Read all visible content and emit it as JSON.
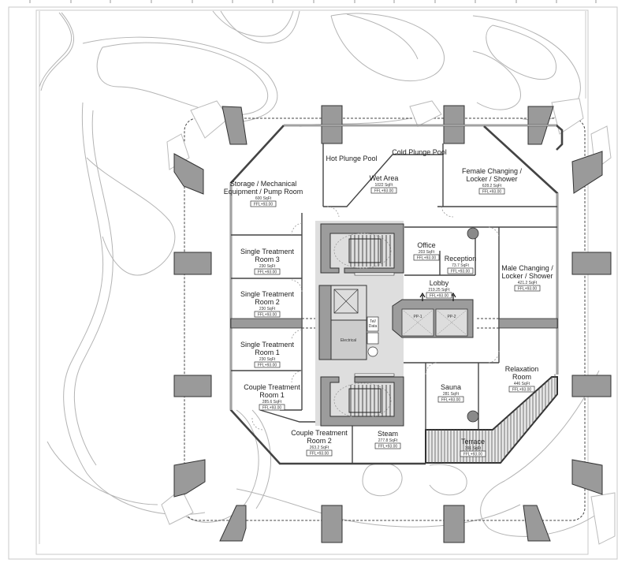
{
  "drawing": {
    "type": "architectural-floor-plan",
    "colors": {
      "wall": "#444444",
      "column": "#9a9a9a",
      "core": "#9c9c9c",
      "core_floor": "#dedede",
      "site_lines": "#b4b4b4"
    }
  },
  "rooms": [
    {
      "id": "storage",
      "name": [
        "Storage / Mechanical",
        "Equipment / Pump Room"
      ],
      "area": "600 SqFt",
      "ffl": "FFL+93.00"
    },
    {
      "id": "hot-plunge-pool",
      "name": [
        "Hot Plunge Pool"
      ]
    },
    {
      "id": "cold-plunge-pool",
      "name": [
        "Cold Plunge Pool"
      ]
    },
    {
      "id": "wet-area",
      "name": [
        "Wet Area"
      ],
      "area": "1022 SqFt",
      "ffl": "FFL+93.00"
    },
    {
      "id": "female-changing",
      "name": [
        "Female Changing /",
        "Locker / Shower"
      ],
      "area": "628.2 SqFt",
      "ffl": "FFL+93.00"
    },
    {
      "id": "single-treatment-3",
      "name": [
        "Single Treatment",
        "Room 3"
      ],
      "area": "230 SqFt",
      "ffl": "FFL+93.00"
    },
    {
      "id": "single-treatment-2",
      "name": [
        "Single Treatment",
        "Room 2"
      ],
      "area": "230 SqFt",
      "ffl": "FFL+93.00"
    },
    {
      "id": "single-treatment-1",
      "name": [
        "Single Treatment",
        "Room 1"
      ],
      "area": "230 SqFt",
      "ffl": "FFL+93.00"
    },
    {
      "id": "couple-treatment-1",
      "name": [
        "Couple Treatment",
        "Room 1"
      ],
      "area": "285.6 SqFt",
      "ffl": "FFL+93.00"
    },
    {
      "id": "couple-treatment-2",
      "name": [
        "Couple Treatment",
        "Room 2"
      ],
      "area": "263.2 SqFt",
      "ffl": "FFL+93.00"
    },
    {
      "id": "steam",
      "name": [
        "Steam"
      ],
      "area": "277.8 SqFt",
      "ffl": "FFL+93.00"
    },
    {
      "id": "office",
      "name": [
        "Office"
      ],
      "area": "203 SqFt",
      "ffl": "FFL+93.00"
    },
    {
      "id": "reception",
      "name": [
        "Reception"
      ],
      "area": "73.7 SqFt",
      "ffl": "FFL+93.00"
    },
    {
      "id": "lobby",
      "name": [
        "Lobby"
      ],
      "area": "219.25 SqFt",
      "ffl": "FFL+93.00"
    },
    {
      "id": "male-changing",
      "name": [
        "Male Changing /",
        "Locker / Shower"
      ],
      "area": "421.2 SqFt",
      "ffl": "FFL+93.00"
    },
    {
      "id": "relaxation",
      "name": [
        "Relaxation",
        "Room"
      ],
      "area": "446 SqFt",
      "ffl": "FFL+93.00"
    },
    {
      "id": "sauna",
      "name": [
        "Sauna"
      ],
      "area": "281 SqFt",
      "ffl": "FFL+93.00"
    },
    {
      "id": "terrace",
      "name": [
        "Terrace"
      ],
      "area": "391 SqFt",
      "ffl": "FFL+93.00"
    }
  ],
  "core": {
    "electrical": "Electrical",
    "tel_data": [
      "Tel/",
      "Data"
    ],
    "lifts": [
      "PP-1",
      "PP-2"
    ]
  }
}
